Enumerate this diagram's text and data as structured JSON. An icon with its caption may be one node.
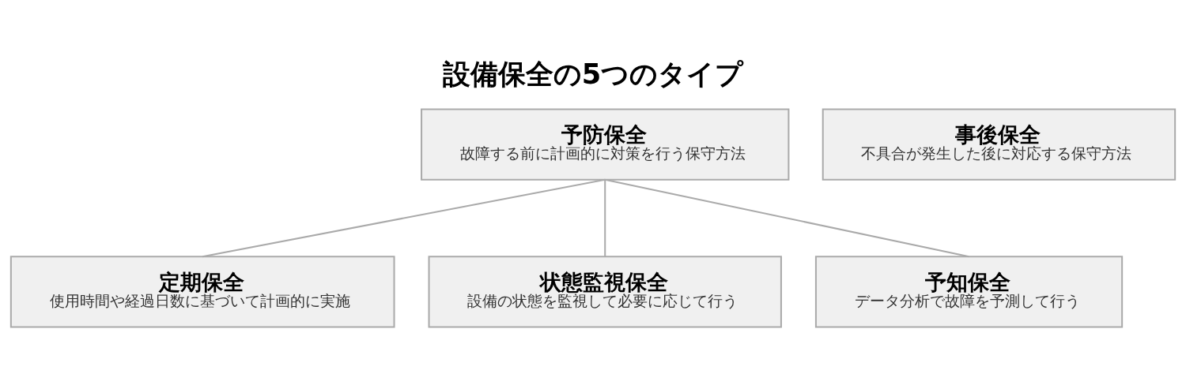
{
  "diagram": {
    "title": "設備保全の5つのタイプ",
    "nodes": [
      {
        "text": [
          "予防保全",
          "故障する前に計画的に対策を行う保守方法"
        ]
      },
      {
        "text": [
          "事後保全",
          "不具合が発生した後に対応する保守方法"
        ]
      },
      {
        "text": [
          "定期保全",
          "使用時間や経過日数に基づいて計画的に実施"
        ]
      },
      {
        "text": [
          "状態監視保全",
          "設備の状態を監視して必要に応じて行う"
        ]
      },
      {
        "text": [
          "予知保全",
          "データ分析で故障を予測して行う"
        ]
      }
    ],
    "edges": [
      {
        "from": 0,
        "to": 2,
        "arrow": "none"
      },
      {
        "from": 0,
        "to": 3,
        "arrow": "none"
      },
      {
        "from": 0,
        "to": 4,
        "arrow": "none"
      }
    ]
  }
}
